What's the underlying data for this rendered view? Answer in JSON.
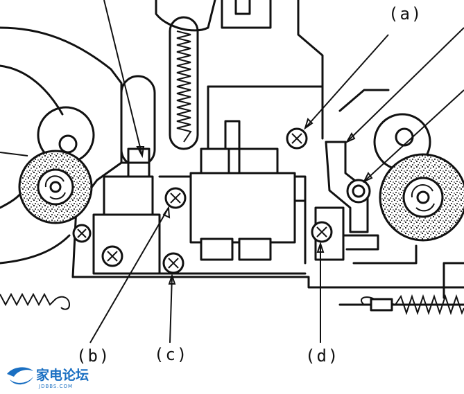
{
  "labels": {
    "a": "(a)",
    "b": "(b)",
    "c": "(c)",
    "d": "(d)"
  },
  "watermark": {
    "title": "家电论坛",
    "subtitle": "JDBBS.COM"
  },
  "colors": {
    "ink": "#111111",
    "paper": "#ffffff",
    "watermark": "#1a6fc2"
  }
}
